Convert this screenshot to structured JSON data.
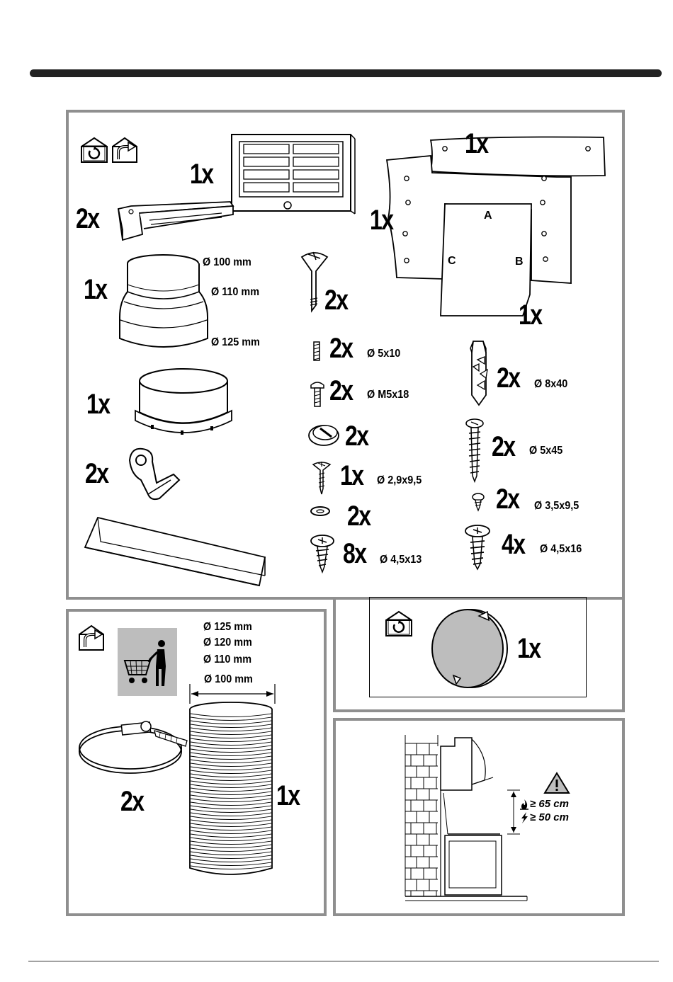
{
  "parts": {
    "grille_qty": "1x",
    "bracket_qty": "2x",
    "reducer_qty": "1x",
    "reducer_dims": [
      "Ø 100 mm",
      "Ø 110 mm",
      "Ø 125 mm"
    ],
    "ring_qty": "1x",
    "clip_qty": "2x",
    "template_qty": [
      "1x",
      "1x",
      "1x"
    ],
    "template_letters": [
      "A",
      "B",
      "C"
    ],
    "bolt_qty": "2x",
    "screws": [
      {
        "qty": "2x",
        "dim": "Ø 5x10"
      },
      {
        "qty": "2x",
        "dim": "Ø M5x18"
      },
      {
        "qty": "2x",
        "dim": ""
      },
      {
        "qty": "1x",
        "dim": "Ø 2,9x9,5"
      },
      {
        "qty": "2x",
        "dim": ""
      },
      {
        "qty": "8x",
        "dim": "Ø 4,5x13"
      }
    ],
    "right_screws": [
      {
        "qty": "2x",
        "dim": "Ø 8x40"
      },
      {
        "qty": "2x",
        "dim": "Ø 5x45"
      },
      {
        "qty": "2x",
        "dim": "Ø 3,5x9,5"
      },
      {
        "qty": "4x",
        "dim": "Ø 4,5x16"
      }
    ]
  },
  "duct_panel": {
    "dims": [
      "Ø 125 mm",
      "Ø 120 mm",
      "Ø 110 mm",
      "Ø 100 mm"
    ],
    "clamp_qty": "2x",
    "hose_qty": "1x"
  },
  "filter_panel": {
    "qty": "1x"
  },
  "install_panel": {
    "distance_gas": "≥ 65 cm",
    "distance_electric": "≥ 50 cm"
  },
  "colors": {
    "panel_border": "#8f8f8f",
    "gray_box": "#bdbdbd"
  }
}
